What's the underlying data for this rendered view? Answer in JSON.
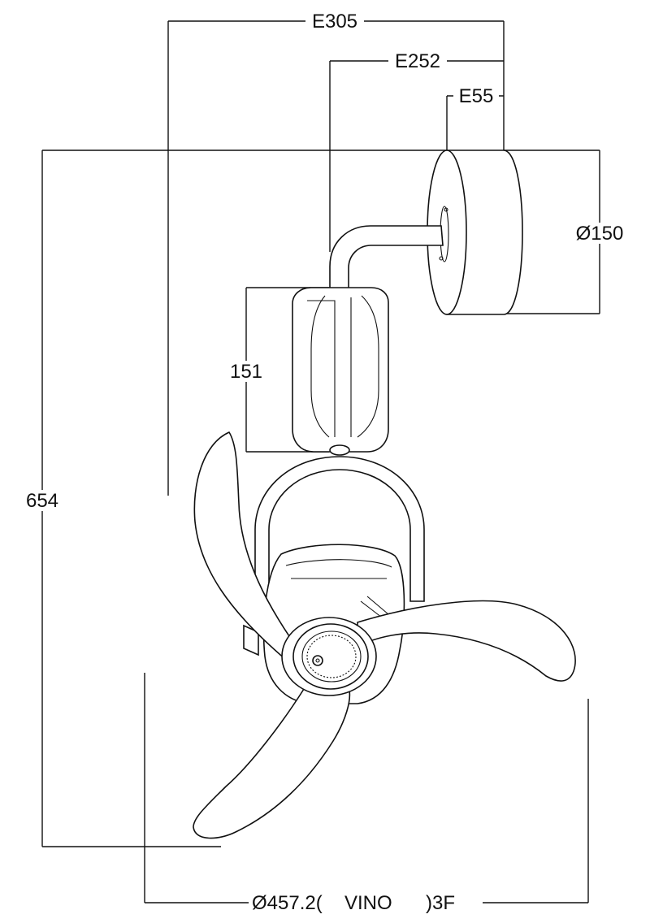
{
  "dimensions": {
    "overall_projection": "E305",
    "arm_projection": "E252",
    "mount_depth": "E55",
    "mount_diameter": "Ø150",
    "motor_height": "151",
    "total_height": "654",
    "blade_sweep": "Ø457.2(",
    "model_name": "VINO",
    "blade_count": ")3F"
  }
}
